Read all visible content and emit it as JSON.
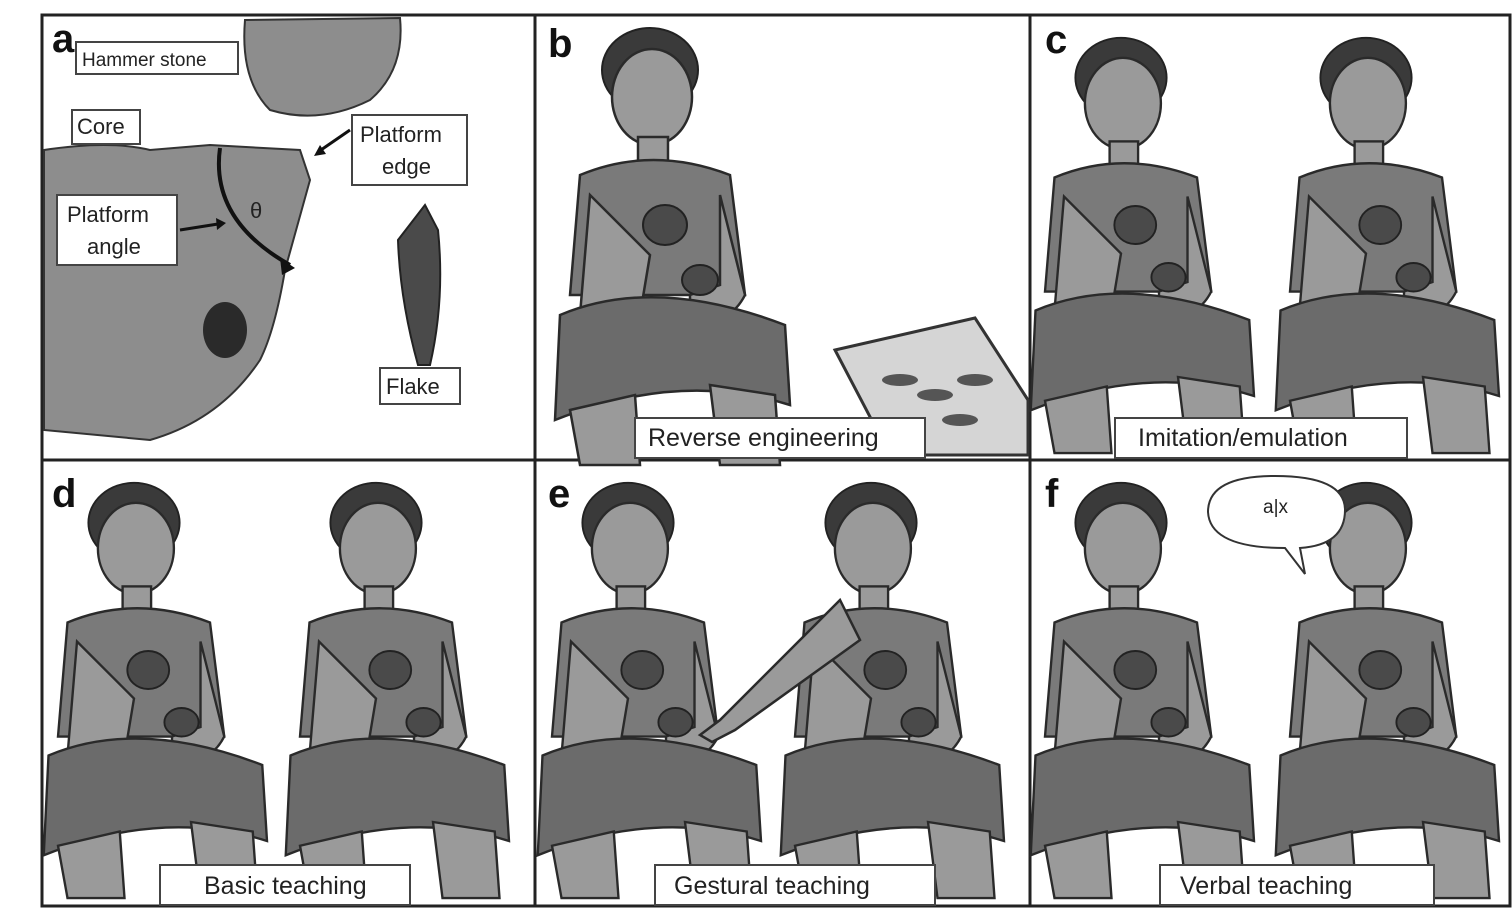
{
  "panels": {
    "a": {
      "letter": "a",
      "hammer_stone": "Hammer stone",
      "core": "Core",
      "platform_edge_line1": "Platform",
      "platform_edge_line2": "edge",
      "platform_angle_line1": "Platform",
      "platform_angle_line2": "angle",
      "theta": "θ",
      "flake": "Flake"
    },
    "b": {
      "letter": "b",
      "caption": "Reverse engineering"
    },
    "c": {
      "letter": "c",
      "caption": "Imitation/emulation"
    },
    "d": {
      "letter": "d",
      "caption": "Basic teaching"
    },
    "e": {
      "letter": "e",
      "caption": "Gestural teaching"
    },
    "f": {
      "letter": "f",
      "caption": "Verbal teaching",
      "speech": "a|x"
    }
  }
}
